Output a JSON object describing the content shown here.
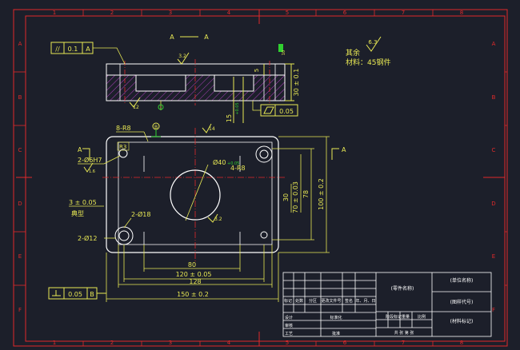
{
  "colors": {
    "background": "#1c1f2a",
    "frame": "#e02a2a",
    "dimension": "#e8e854",
    "geometry": "#ffffff",
    "centerline": "#e02a2a",
    "hatch": "#b040c0",
    "green": "#30d030",
    "title_block": "#ffffff"
  },
  "frame": {
    "columns": [
      "1",
      "2",
      "3",
      "4",
      "5",
      "6",
      "7",
      "8"
    ],
    "rows": [
      "A",
      "B",
      "C",
      "D",
      "E",
      "F"
    ]
  },
  "section_view": {
    "title_left": "A",
    "title_right": "A",
    "flatness_symbol": "//",
    "flatness_value": "0.1",
    "flatness_datum": "A",
    "roughness_top": "3.2",
    "roughness_left": "12",
    "dim_small": "5",
    "dim_height": "30 ± 0.1",
    "dim_right": "10",
    "dim_slot": "15",
    "dim_slot_tol": "+0.05",
    "parallel_value": "0.05"
  },
  "notes": {
    "roughness_value": "6.3",
    "rest_label": "其余",
    "material_label": "材料：45钢件"
  },
  "plan_view": {
    "datum_b": "B",
    "dim_8r8": "8-R8",
    "roughness_14": "14",
    "section_a_left": "A",
    "section_a_right": "A",
    "r3": "R3",
    "holes_6": "2-Ø6H7",
    "roughness_16": "1.6",
    "bore": "Ø40",
    "bore_tol": "+0.05",
    "dim_4r8": "4-R8",
    "dim_3": "3 ± 0.05",
    "typical": "典型",
    "holes_18": "2-Ø18",
    "roughness_bore": "3.2",
    "holes_12": "2-Ø12",
    "dim_30": "30",
    "dim_70": "70 ± 0.03",
    "dim_78": "78",
    "dim_100": "100 ± 0.2",
    "dim_80": "80",
    "dim_120": "120 ± 0.05",
    "dim_128": "128",
    "dim_150": "150 ± 0.2",
    "perp_value": "0.05",
    "perp_datum": "B"
  },
  "title_block": {
    "part_name": "(零件名称)",
    "drawing_no": "(图样代号)",
    "material_mark": "(材料标记)",
    "unit_name": "(单位名称)",
    "row_labels": [
      "标记",
      "处数",
      "分区",
      "更改文件号",
      "签名",
      "年、月、日"
    ],
    "design": "设计",
    "review": "审核",
    "process": "工艺",
    "approve": "批准",
    "standardize": "标准化",
    "stage_mark": "阶段标记",
    "weight": "重量",
    "scale": "比例",
    "sheets": "共  张  第  张"
  }
}
